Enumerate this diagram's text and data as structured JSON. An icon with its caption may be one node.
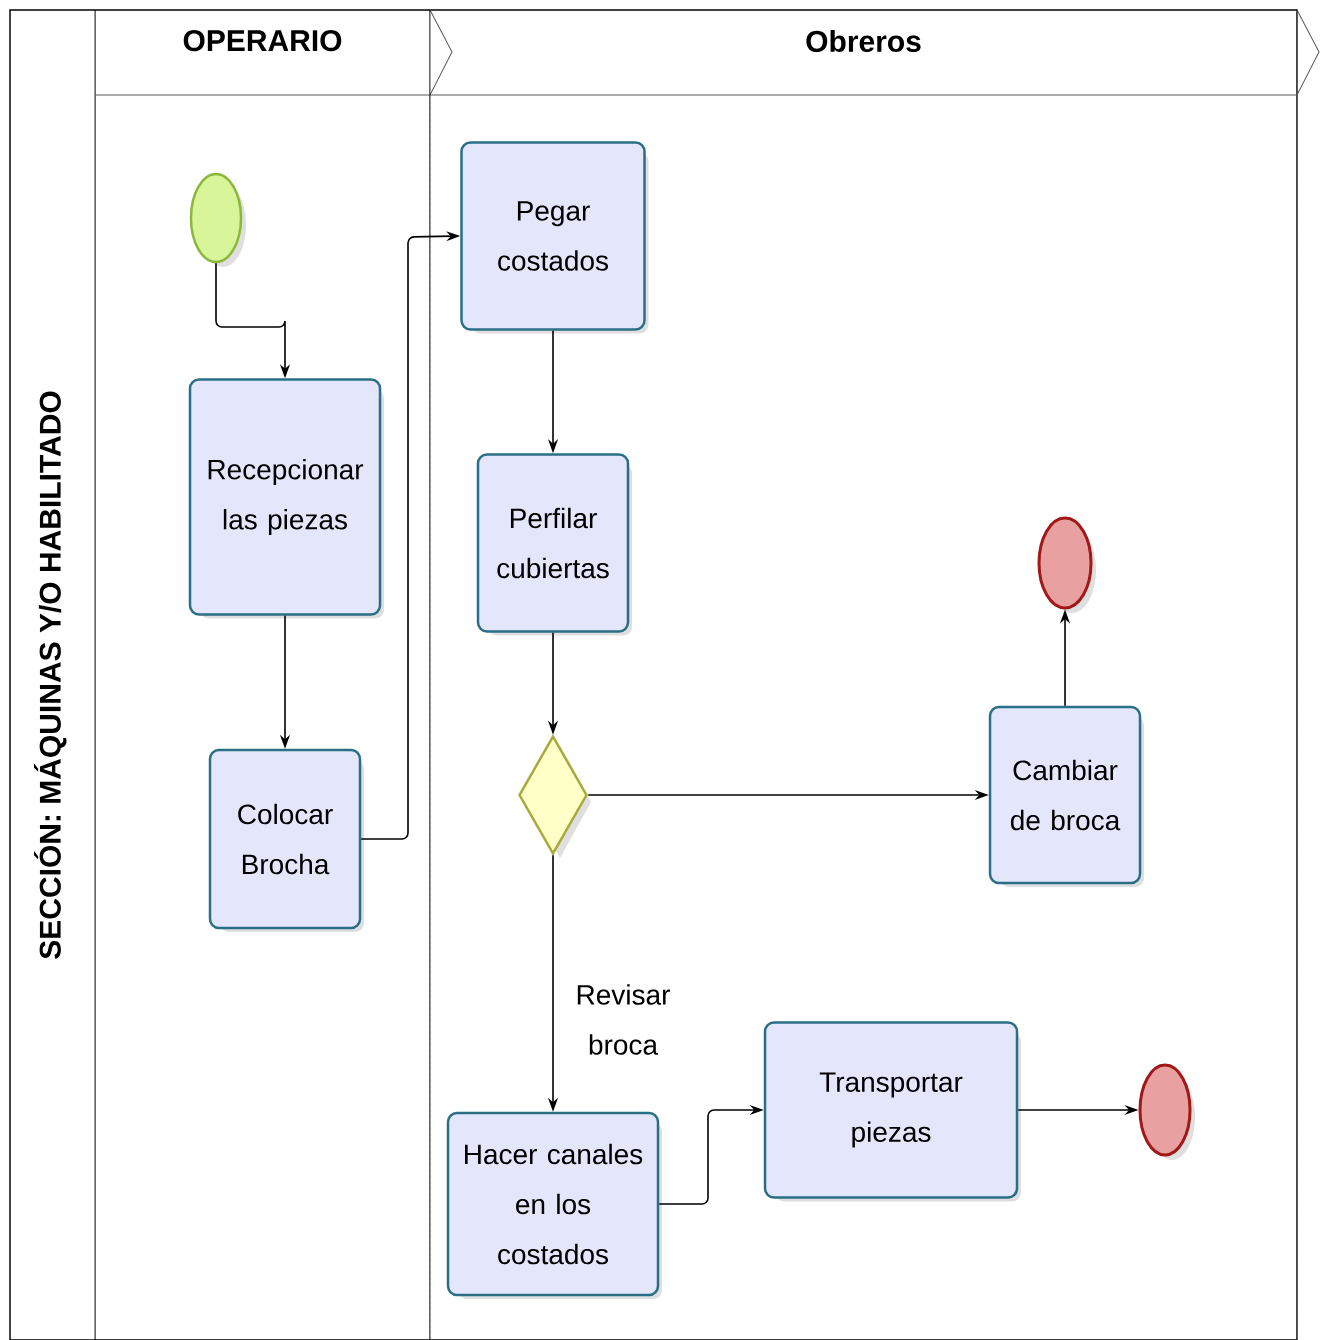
{
  "diagram": {
    "nodes": [
      {
        "text": [
          "SECCIÓN: MÁQUINAS Y/O HABILITADO"
        ]
      },
      {
        "text": [
          "OPERARIO"
        ],
        "in": 0
      },
      {
        "text": [
          "Obreros"
        ],
        "in": 0
      },
      {
        "text": [],
        "shape": "circle",
        "in": 1
      },
      {
        "text": [
          "Recepcionar las piezas"
        ],
        "in": 1
      },
      {
        "text": [
          "Colocar Brocha"
        ],
        "in": 1
      },
      {
        "text": [
          "Pegar costados"
        ],
        "in": 2
      },
      {
        "text": [
          "Perfilar cubiertas"
        ],
        "in": 2
      },
      {
        "text": [],
        "shape": "diamond",
        "in": 2
      },
      {
        "text": [
          "Cambiar de broca"
        ],
        "in": 2
      },
      {
        "text": [],
        "shape": "circle",
        "in": 2
      },
      {
        "text": [
          "Hacer canales en los costados"
        ],
        "in": 2
      },
      {
        "text": [
          "Transportar piezas"
        ],
        "in": 2
      },
      {
        "text": [],
        "shape": "circle",
        "in": 2
      }
    ],
    "edges": [
      {
        "from": 3,
        "to": 4,
        "arrow": "to"
      },
      {
        "from": 4,
        "to": 5,
        "arrow": "to"
      },
      {
        "from": 5,
        "to": 6,
        "arrow": "to"
      },
      {
        "from": 6,
        "to": 7,
        "arrow": "to"
      },
      {
        "from": 7,
        "to": 8,
        "arrow": "to"
      },
      {
        "from": 8,
        "to": 9,
        "arrow": "to"
      },
      {
        "from": 9,
        "to": 10,
        "arrow": "to"
      },
      {
        "from": 8,
        "to": 11,
        "arrow": "to",
        "label": "Revisar broca"
      },
      {
        "from": 11,
        "to": 12,
        "arrow": "to"
      },
      {
        "from": 12,
        "to": 13,
        "arrow": "to"
      }
    ]
  }
}
